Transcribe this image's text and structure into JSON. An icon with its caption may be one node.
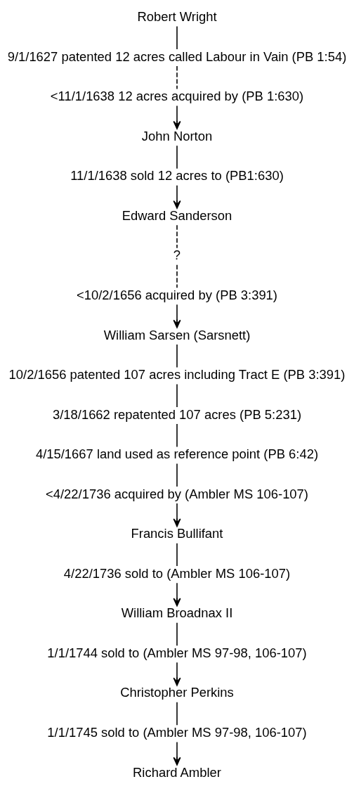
{
  "diagram": {
    "nodes": [
      {
        "text": [
          "Robert Wright"
        ]
      },
      {
        "text": [
          "9/1/1627 patented 12 acres called Labour in Vain (PB 1:54)"
        ]
      },
      {
        "text": [
          "<11/1/1638 12 acres acquired by (PB 1:630)"
        ]
      },
      {
        "text": [
          "John Norton"
        ]
      },
      {
        "text": [
          "11/1/1638 sold 12 acres to (PB1:630)"
        ]
      },
      {
        "text": [
          "Edward Sanderson"
        ]
      },
      {
        "text": [
          "?"
        ]
      },
      {
        "text": [
          "<10/2/1656 acquired by (PB 3:391)"
        ]
      },
      {
        "text": [
          "William Sarsen (Sarsnett)"
        ]
      },
      {
        "text": [
          "10/2/1656 patented 107 acres including Tract E (PB 3:391)"
        ]
      },
      {
        "text": [
          "3/18/1662 repatented 107 acres (PB 5:231)"
        ]
      },
      {
        "text": [
          "4/15/1667 land used as reference point (PB 6:42)"
        ]
      },
      {
        "text": [
          "<4/22/1736 acquired by (Ambler MS 106-107)"
        ]
      },
      {
        "text": [
          "Francis Bullifant"
        ]
      },
      {
        "text": [
          "4/22/1736 sold to (Ambler MS 106-107)"
        ]
      },
      {
        "text": [
          "William Broadnax II"
        ]
      },
      {
        "text": [
          "1/1/1744 sold to (Ambler MS 97-98, 106-107)"
        ]
      },
      {
        "text": [
          "Christopher Perkins"
        ]
      },
      {
        "text": [
          "1/1/1745 sold to (Ambler MS 97-98, 106-107)"
        ]
      },
      {
        "text": [
          "Richard Ambler"
        ]
      }
    ],
    "edges": [
      {
        "from": 0,
        "to": 1,
        "arrow": "none"
      },
      {
        "from": 1,
        "to": 2,
        "arrow": "none",
        "style": "dashed"
      },
      {
        "from": 2,
        "to": 3,
        "arrow": "to"
      },
      {
        "from": 3,
        "to": 4,
        "arrow": "none"
      },
      {
        "from": 4,
        "to": 5,
        "arrow": "to"
      },
      {
        "from": 5,
        "to": 6,
        "arrow": "none",
        "style": "dashed"
      },
      {
        "from": 6,
        "to": 7,
        "arrow": "none",
        "style": "dashed"
      },
      {
        "from": 7,
        "to": 8,
        "arrow": "to"
      },
      {
        "from": 8,
        "to": 9,
        "arrow": "none"
      },
      {
        "from": 9,
        "to": 10,
        "arrow": "none"
      },
      {
        "from": 10,
        "to": 11,
        "arrow": "none"
      },
      {
        "from": 11,
        "to": 12,
        "arrow": "none"
      },
      {
        "from": 12,
        "to": 13,
        "arrow": "to"
      },
      {
        "from": 13,
        "to": 14,
        "arrow": "none"
      },
      {
        "from": 14,
        "to": 15,
        "arrow": "to"
      },
      {
        "from": 15,
        "to": 16,
        "arrow": "none"
      },
      {
        "from": 16,
        "to": 17,
        "arrow": "to"
      },
      {
        "from": 17,
        "to": 18,
        "arrow": "none"
      },
      {
        "from": 18,
        "to": 19,
        "arrow": "to"
      }
    ]
  }
}
